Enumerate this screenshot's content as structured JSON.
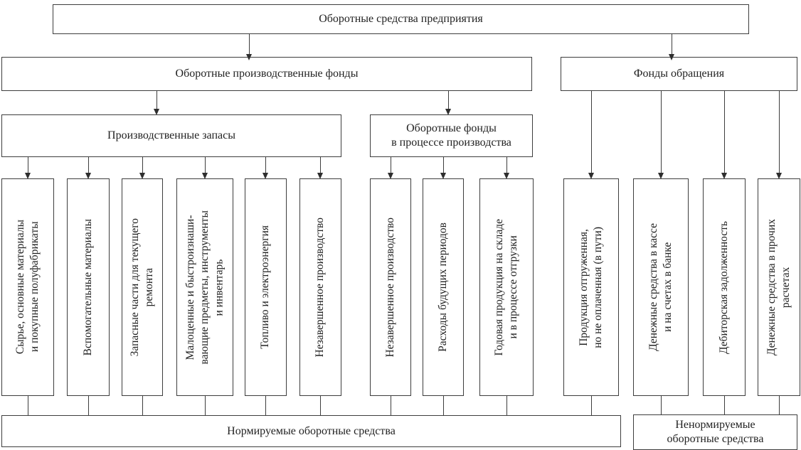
{
  "nodes": {
    "root": {
      "label": "Оборотные средства предприятия"
    },
    "production_funds": {
      "label": "Оборотные производственные фонды"
    },
    "circulation_funds": {
      "label": "Фонды обращения"
    },
    "production_stocks": {
      "label": "Производственные запасы"
    },
    "funds_in_production": {
      "label": "Оборотные фонды\nв процессе производства"
    },
    "normed": {
      "label": "Нормируемые оборотные средства"
    },
    "non_normed": {
      "label": "Ненормируемые\nоборотные средства"
    }
  },
  "columns": [
    {
      "label": "Сырье, основные материалы\nи покупные полуфабрикаты"
    },
    {
      "label": "Вспомогательные материалы"
    },
    {
      "label": "Запасные части для текущего\nремонта"
    },
    {
      "label": "Малоценные и быстроизнаши-\nвающие предметы, инструменты\nи инвентарь"
    },
    {
      "label": "Топливо и электроэнергия"
    },
    {
      "label": "Незавершенное производство"
    },
    {
      "label": "Незавершенное производство"
    },
    {
      "label": "Расходы будущих периодов"
    },
    {
      "label": "Годовая продукция на складе\nи в процессе отгрузки"
    },
    {
      "label": "Продукция отгруженная,\nно не оплаченная (в пути)"
    },
    {
      "label": "Денежные средства в кассе\nи на счетах в банке"
    },
    {
      "label": "Дебиторская задолженность"
    },
    {
      "label": "Денежные средства в прочих\nрасчетах"
    }
  ],
  "colors": {
    "line": "#3d3d3d",
    "text": "#222222",
    "background": "#ffffff"
  }
}
